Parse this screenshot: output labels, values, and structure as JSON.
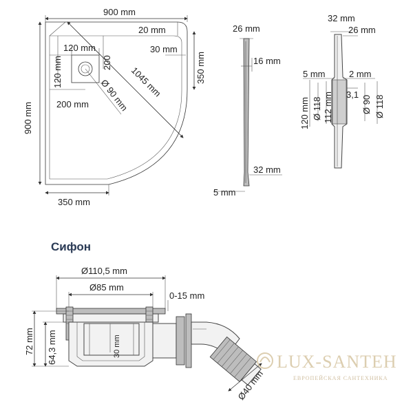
{
  "tray_top": {
    "width": "900 mm",
    "height": "900 mm",
    "border_20": "20 mm",
    "drain_120_top": "120 mm",
    "drain_200_right": "200",
    "drain_120_left": "120 mm",
    "drain_200_bottom": "200 mm",
    "edge_30": "30 mm",
    "side_350_right": "350 mm",
    "side_350_bottom": "350 mm",
    "diagonal": "1045 mm",
    "drain_diameter": "Ø 90 mm"
  },
  "side_view": {
    "top_26": "26 mm",
    "mid_16": "16 mm",
    "bottom_32": "32 mm",
    "bottom_5": "5 mm"
  },
  "section_view": {
    "top_32": "32 mm",
    "top_26": "26 mm",
    "left_5": "5 mm",
    "right_2": "2 mm",
    "h_120": "120 mm",
    "d_118_left": "Ø 118",
    "h_112": "112 mm",
    "d_3_1": "3,1",
    "d_90": "Ø 90",
    "d_118_right": "Ø 118"
  },
  "siphon": {
    "title": "Сифон",
    "d_110_5": "Ø110,5 mm",
    "d_85": "Ø85 mm",
    "range": "0-15 mm",
    "h_72": "72 mm",
    "h_64_3": "64,3 mm",
    "h_30": "30 mm",
    "d_40": "Ø40 mm"
  },
  "watermark": {
    "brand": "LUX-SANTEH",
    "tagline": "ЕВРОПЕЙСКАЯ САНТЕХНИКА"
  }
}
